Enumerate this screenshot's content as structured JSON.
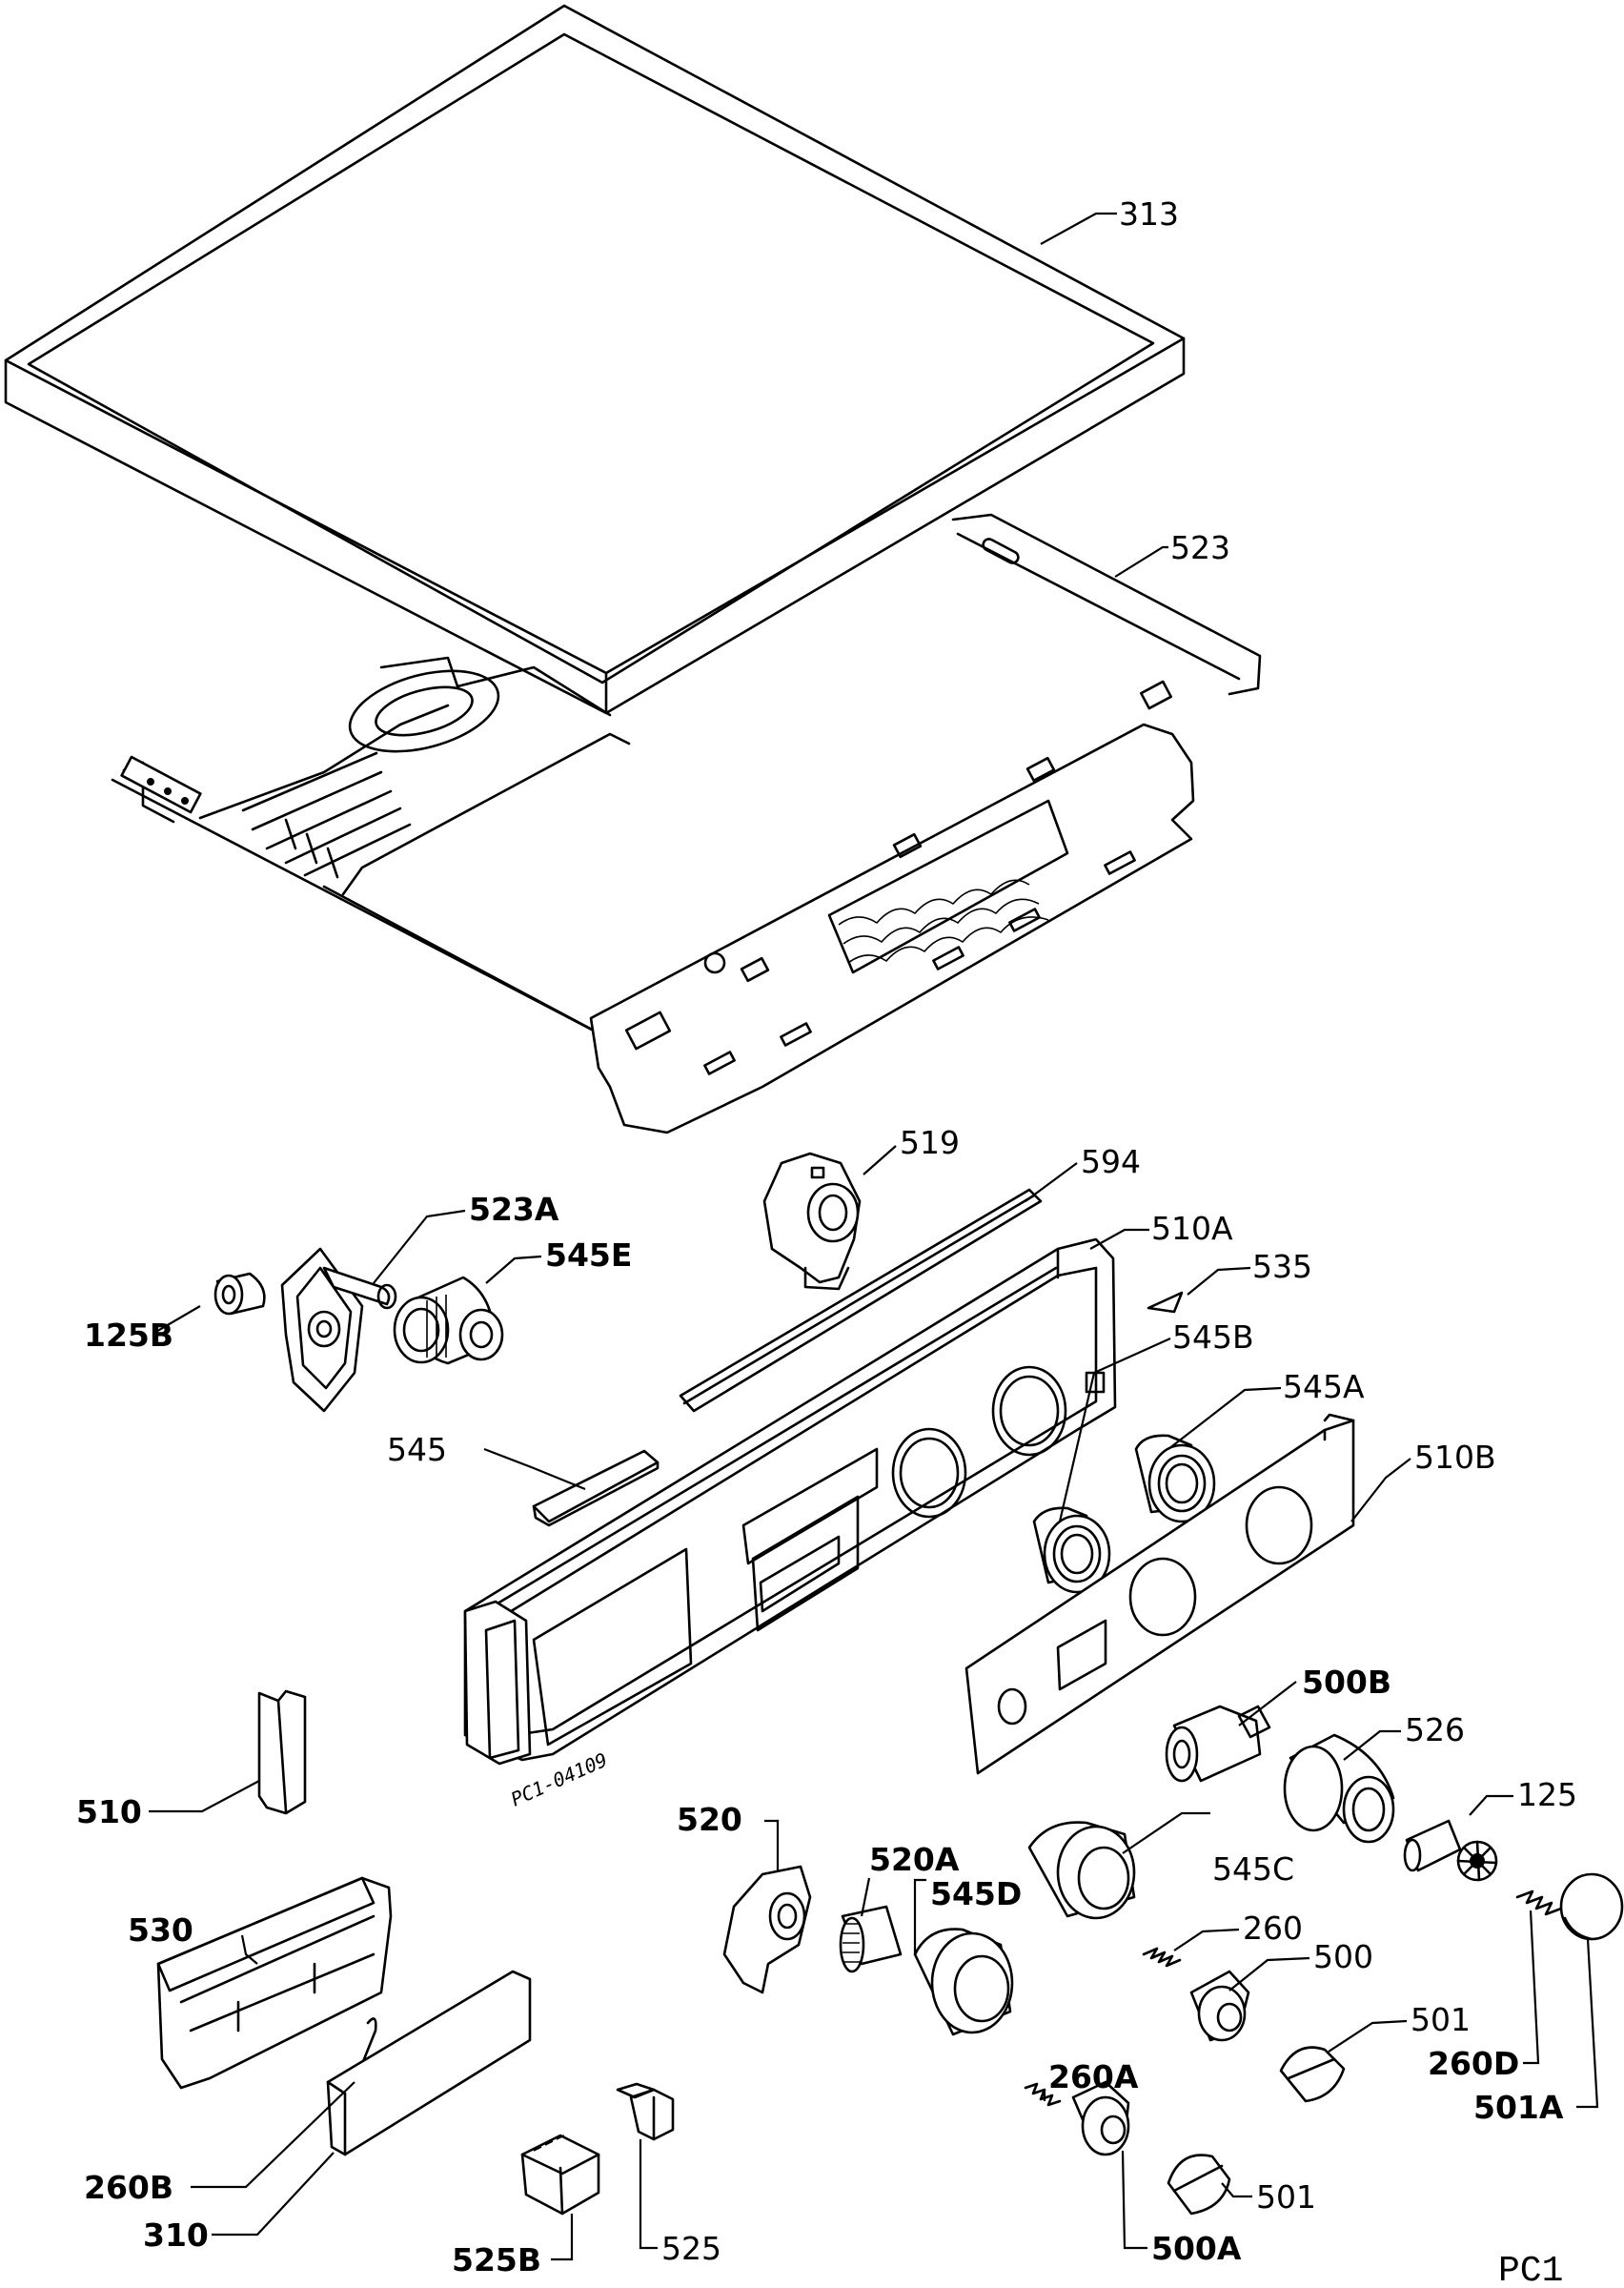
{
  "drawing_code": "PC1",
  "stamp": "PC1-04109",
  "callouts": [
    {
      "id": "313",
      "text": "313"
    },
    {
      "id": "523",
      "text": "523"
    },
    {
      "id": "519",
      "text": "519"
    },
    {
      "id": "594",
      "text": "594"
    },
    {
      "id": "523A",
      "text": "523A"
    },
    {
      "id": "545E",
      "text": "545E"
    },
    {
      "id": "125B",
      "text": "125B"
    },
    {
      "id": "510A",
      "text": "510A"
    },
    {
      "id": "535",
      "text": "535"
    },
    {
      "id": "545B",
      "text": "545B"
    },
    {
      "id": "545A",
      "text": "545A"
    },
    {
      "id": "545",
      "text": "545"
    },
    {
      "id": "510B",
      "text": "510B"
    },
    {
      "id": "500B",
      "text": "500B"
    },
    {
      "id": "526",
      "text": "526"
    },
    {
      "id": "510",
      "text": "510"
    },
    {
      "id": "520",
      "text": "520"
    },
    {
      "id": "125",
      "text": "125"
    },
    {
      "id": "520A",
      "text": "520A"
    },
    {
      "id": "545D",
      "text": "545D"
    },
    {
      "id": "545C",
      "text": "545C"
    },
    {
      "id": "530",
      "text": "530"
    },
    {
      "id": "260",
      "text": "260"
    },
    {
      "id": "500",
      "text": "500"
    },
    {
      "id": "501_upper",
      "text": "501"
    },
    {
      "id": "260A",
      "text": "260A"
    },
    {
      "id": "260D",
      "text": "260D"
    },
    {
      "id": "501A",
      "text": "501A"
    },
    {
      "id": "260B",
      "text": "260B"
    },
    {
      "id": "501_lower",
      "text": "501"
    },
    {
      "id": "310",
      "text": "310"
    },
    {
      "id": "500A",
      "text": "500A"
    },
    {
      "id": "525",
      "text": "525"
    },
    {
      "id": "525B",
      "text": "525B"
    }
  ]
}
